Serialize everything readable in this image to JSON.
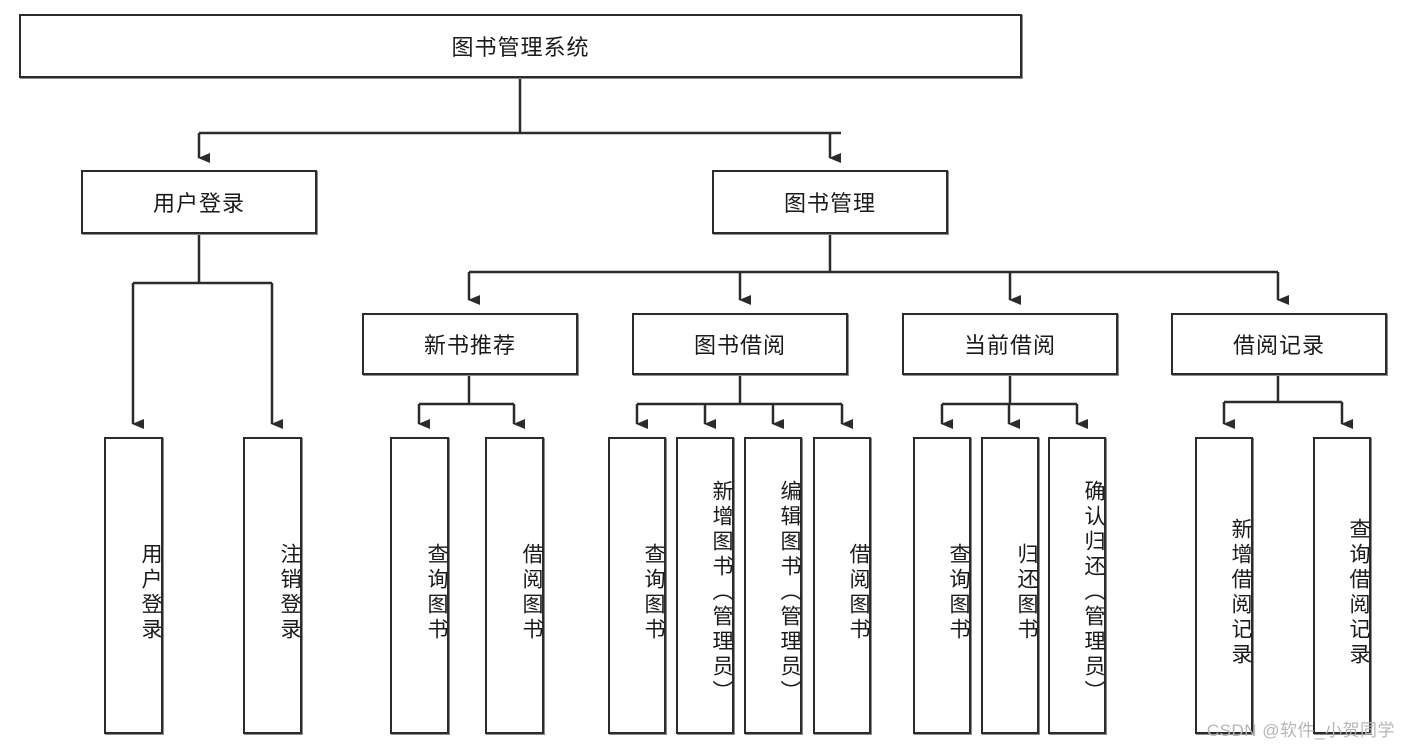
{
  "diagram": {
    "title": "图书管理系统",
    "type": "tree-hierarchy",
    "root": {
      "label": "图书管理系统"
    },
    "level2": [
      {
        "label": "用户登录"
      },
      {
        "label": "图书管理"
      }
    ],
    "level3": [
      {
        "label": "新书推荐"
      },
      {
        "label": "图书借阅"
      },
      {
        "label": "当前借阅"
      },
      {
        "label": "借阅记录"
      }
    ],
    "leaves": {
      "user_login": [
        {
          "label": "用户登录"
        },
        {
          "label": "注销登录"
        }
      ],
      "new_book_recommend": [
        {
          "label": "查询图书"
        },
        {
          "label": "借阅图书"
        }
      ],
      "book_borrow": [
        {
          "label": "查询图书"
        },
        {
          "label": "新增图书（管理员）"
        },
        {
          "label": "编辑图书（管理员）"
        },
        {
          "label": "借阅图书"
        }
      ],
      "current_borrow": [
        {
          "label": "查询图书"
        },
        {
          "label": "归还图书"
        },
        {
          "label": "确认归还（管理员）"
        }
      ],
      "borrow_record": [
        {
          "label": "新增借阅记录"
        },
        {
          "label": "查询借阅记录"
        }
      ]
    }
  },
  "watermark": {
    "text": "CSDN @软件_小贺同学"
  },
  "colors": {
    "stroke": "#2b2b2b",
    "shadow": "#8c8c8c",
    "background": "#ffffff",
    "text": "#1a1a1a",
    "watermark": "#b6b6b6"
  }
}
